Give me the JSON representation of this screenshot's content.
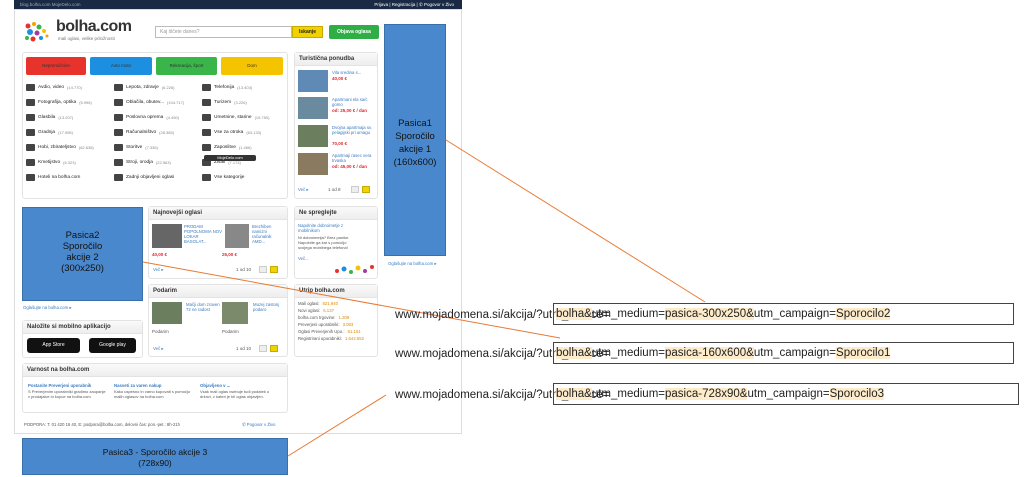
{
  "topbar": {
    "links": "blog.bolha.com   MojeDelo.com",
    "right": "Prijava | Registracija | ✆ Pogovor v Živo"
  },
  "logo": {
    "brand": "bolha.com",
    "tagline": "mali oglasi, velike priložnosti"
  },
  "search": {
    "placeholder": "Kaj iščete danes?",
    "button": "Iskanje",
    "publish": "Objava oglasa"
  },
  "bigbuttons": [
    "Nepremičnine",
    "Avto moto",
    "Rekreacija, šport",
    "Dom"
  ],
  "categories": [
    [
      {
        "l": "Avdio, video",
        "n": "(14.770)"
      },
      {
        "l": "Lepota, zdravje",
        "n": "(6.226)"
      },
      {
        "l": "Telefonija",
        "n": "(13.403)"
      }
    ],
    [
      {
        "l": "Fotografija, optika",
        "n": "(5.996)"
      },
      {
        "l": "Oblačila, obutev...",
        "n": "(104.717)"
      },
      {
        "l": "Turizem",
        "n": "(3.226)"
      }
    ],
    [
      {
        "l": "Glasbila",
        "n": "(13.207)"
      },
      {
        "l": "Poslovna oprema",
        "n": "(4.490)"
      },
      {
        "l": "Umetnine, starine",
        "n": "(19.750)"
      }
    ],
    [
      {
        "l": "Gradnja",
        "n": "(17.955)"
      },
      {
        "l": "Računalništvo",
        "n": "(28.385)"
      },
      {
        "l": "Vse za otroka",
        "n": "(63.133)"
      }
    ],
    [
      {
        "l": "Hobi, zbirateljstvo",
        "n": "(62.638)"
      },
      {
        "l": "Storitve",
        "n": "(7.336)"
      },
      {
        "l": "Zaposlitve",
        "n": "(1.466)"
      }
    ],
    [
      {
        "l": "Kmetijstvo",
        "n": "(6.323)"
      },
      {
        "l": "Stroji, orodja",
        "n": "(22.563)"
      },
      {
        "l": "Živali",
        "n": "(7.174)"
      }
    ],
    [
      {
        "l": "Hoteli na bolha.com",
        "n": ""
      },
      {
        "l": "Zadnji objavljeni oglasi",
        "n": ""
      },
      {
        "l": "Vse kategorije",
        "n": ""
      }
    ]
  ],
  "moje_delo": "MojeDelo.com",
  "ad2": {
    "l1": "Pasica2",
    "l2": "Sporočilo",
    "l3": "akcije 2",
    "l4": "(300x250)",
    "link": "Oglašujte na bolha.com ▸"
  },
  "newest": {
    "title": "Najnovejši oglasi",
    "a1": "PRODAM POPOLNOMA NOV LOKAR BASOLAT...",
    "p1": "40,00 €",
    "a2": "Brezhiben namizni računalnik AMD...",
    "p2": "25,00 €",
    "more": "Več ▸",
    "pages": "1 od 10"
  },
  "gifts": {
    "title": "Podarim",
    "a1": "Mačji dom zraven 72 ne radost",
    "t1": "Podarim",
    "a2": "Muzej zastonj podaro",
    "t2": "Podarim",
    "more": "Več ▸",
    "pages": "1 od 10"
  },
  "apps": {
    "title": "Naložite si mobilno aplikacijo",
    "ios": "App Store",
    "android": "Google play"
  },
  "safety": {
    "title": "Varnost na bolha.com",
    "c1t": "Postanite Preverjeni uporabnik",
    "c1": "S Preverjenim uporabniki gradimo zaupanje v prodajalce in kupce na bolha.com",
    "c2t": "Nasveti za varen nakup",
    "c2": "Kako uspešno in varno kupovati s pomočjo malih oglasov na bolha.com",
    "c3t": "Objavljeno v ...",
    "c3": "Vsak mali oglas vsebuje tudi podatek o državi, v kateri je bil oglas objavljen."
  },
  "footer": {
    "text": "PODPORA: T. 01 420 16 40, E: podpora@bolha.com, delovni čas: pon.-pet.: 8h-21h",
    "chat": "✆ Pogovor v Živo"
  },
  "tourism": {
    "title": "Turistična ponudba",
    "i1": "Vila sredina s...",
    "p1": "40,00 €",
    "i2": "Apartmani ela sa/c gomo",
    "p2": "od: 25,00 € / dan",
    "i3": "Dvojna apartmaja sv. pelagijski pri umagu",
    "p3": "70,00 €",
    "i4": "Apartmaji rasec vera trvaska",
    "p4": "od: 45,00 € / dan",
    "more": "Več ▸",
    "pages": "1 od 8"
  },
  "dont_miss": {
    "title": "Ne spreglejte",
    "text": "Napolnite dobroimetje z mobilnikom",
    "body": "Ni dobroimetja? Brez panike. Napolnite ga kar s pomočjo svojega mobilnega telefona!",
    "more": "Več..."
  },
  "stats": {
    "title": "Utrip bolha.com",
    "r1": "Mali oglasi:",
    "v1": "821.940",
    "r2": "Novi oglasi:",
    "v2": "6.137",
    "r3": "bolha.com trgovine:",
    "v3": "1.309",
    "r4": "Preverjeni uporabniki:",
    "v4": "3.083",
    "r5": "Oglasi Preverjenih Upo.:",
    "v5": "61.161",
    "r6": "Registrirani uporabniki:",
    "v6": "1.642.552"
  },
  "ad1": {
    "l1": "Pasica1",
    "l2": "Sporočilo",
    "l3": "akcije 1",
    "l4": "(160x600)",
    "link": "Oglašujte na bolha.com ▸"
  },
  "ad3": {
    "l1": "Pasica3 - Sporočilo akcije 3",
    "l2": "(728x90)"
  },
  "urls": [
    {
      "a": "www.mojadomena.si/akcija/?utm_source=",
      "b": "bolha&",
      "c": "utm_medium=",
      "d": "pasica-300x250&",
      "e": "utm_campaign=",
      "f": "Sporocilo2"
    },
    {
      "a": "www.mojadomena.si/akcija/?utm_source=",
      "b": "bolha&",
      "c": "utm_medium=",
      "d": "pasica-160x600&",
      "e": "utm_campaign=",
      "f": "Sporocilo1"
    },
    {
      "a": "www.mojadomena.si/akcija/?utm_source=",
      "b": "bolha&",
      "c": "utm_medium=",
      "d": "pasica-728x90&",
      "e": "utm_campaign=",
      "f": "Sporocilo3"
    }
  ],
  "colors": {
    "accent": "#4a88cd",
    "line": "#e87a35",
    "highlight": "#fdebc9",
    "red_btn": "#e8322c",
    "blue_btn": "#1d8fe0",
    "green_btn": "#39b54a",
    "yellow_btn": "#f5c400"
  }
}
